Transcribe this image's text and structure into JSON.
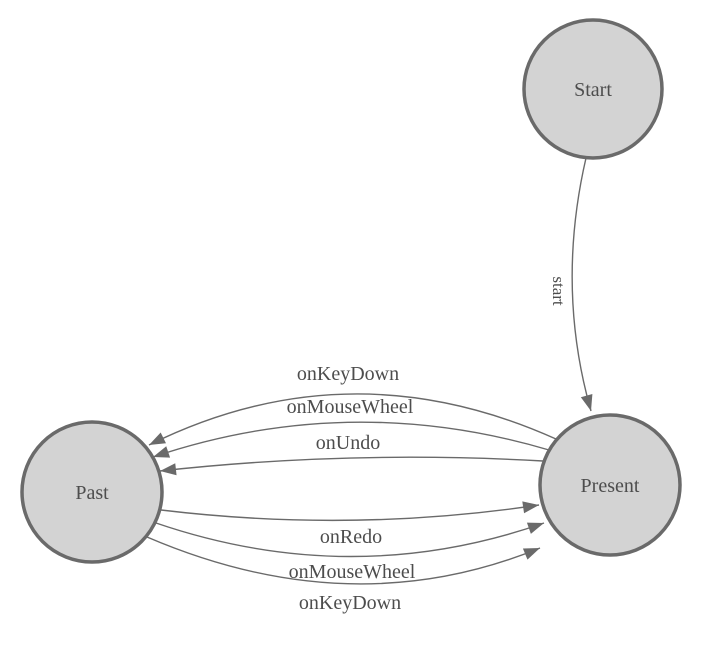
{
  "diagram": {
    "type": "state-machine",
    "colors": {
      "node_fill": "#d3d3d3",
      "node_stroke": "#6a6a6a",
      "edge_color": "#6a6a6a",
      "text_color": "#4d4d4d",
      "background": "#ffffff"
    },
    "nodes": [
      {
        "id": "start",
        "label": "Start"
      },
      {
        "id": "present",
        "label": "Present"
      },
      {
        "id": "past",
        "label": "Past"
      }
    ],
    "edges": [
      {
        "from": "Start",
        "to": "Present",
        "label": "start"
      },
      {
        "from": "Present",
        "to": "Past",
        "label": "onKeyDown"
      },
      {
        "from": "Present",
        "to": "Past",
        "label": "onMouseWheel"
      },
      {
        "from": "Present",
        "to": "Past",
        "label": "onUndo"
      },
      {
        "from": "Past",
        "to": "Present",
        "label": "onRedo"
      },
      {
        "from": "Past",
        "to": "Present",
        "label": "onMouseWheel"
      },
      {
        "from": "Past",
        "to": "Present",
        "label": "onKeyDown"
      }
    ]
  }
}
